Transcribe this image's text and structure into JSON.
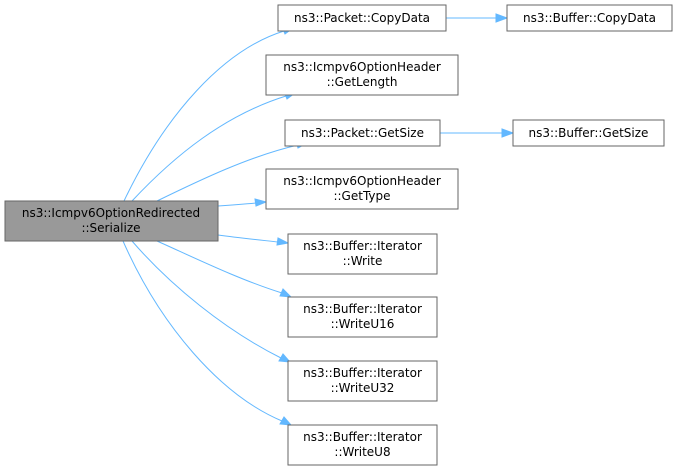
{
  "colors": {
    "root_fill": "#999999",
    "node_fill": "#ffffff",
    "node_border": "#666666",
    "edge": "#63b8ff"
  },
  "nodes": {
    "root": {
      "lines": [
        "ns3::Icmpv6OptionRedirected",
        "::Serialize"
      ]
    },
    "packet_copydata": {
      "lines": [
        "ns3::Packet::CopyData"
      ]
    },
    "buffer_copydata": {
      "lines": [
        "ns3::Buffer::CopyData"
      ]
    },
    "header_getlength": {
      "lines": [
        "ns3::Icmpv6OptionHeader",
        "::GetLength"
      ]
    },
    "packet_getsize": {
      "lines": [
        "ns3::Packet::GetSize"
      ]
    },
    "buffer_getsize": {
      "lines": [
        "ns3::Buffer::GetSize"
      ]
    },
    "header_gettype": {
      "lines": [
        "ns3::Icmpv6OptionHeader",
        "::GetType"
      ]
    },
    "iterator_write": {
      "lines": [
        "ns3::Buffer::Iterator",
        "::Write"
      ]
    },
    "iterator_writeu16": {
      "lines": [
        "ns3::Buffer::Iterator",
        "::WriteU16"
      ]
    },
    "iterator_writeu32": {
      "lines": [
        "ns3::Buffer::Iterator",
        "::WriteU32"
      ]
    },
    "iterator_writeu8": {
      "lines": [
        "ns3::Buffer::Iterator",
        "::WriteU8"
      ]
    }
  },
  "edges": [
    {
      "from": "root",
      "to": "packet_copydata"
    },
    {
      "from": "root",
      "to": "header_getlength"
    },
    {
      "from": "root",
      "to": "packet_getsize"
    },
    {
      "from": "root",
      "to": "header_gettype"
    },
    {
      "from": "root",
      "to": "iterator_write"
    },
    {
      "from": "root",
      "to": "iterator_writeu16"
    },
    {
      "from": "root",
      "to": "iterator_writeu32"
    },
    {
      "from": "root",
      "to": "iterator_writeu8"
    },
    {
      "from": "packet_copydata",
      "to": "buffer_copydata"
    },
    {
      "from": "packet_getsize",
      "to": "buffer_getsize"
    }
  ]
}
